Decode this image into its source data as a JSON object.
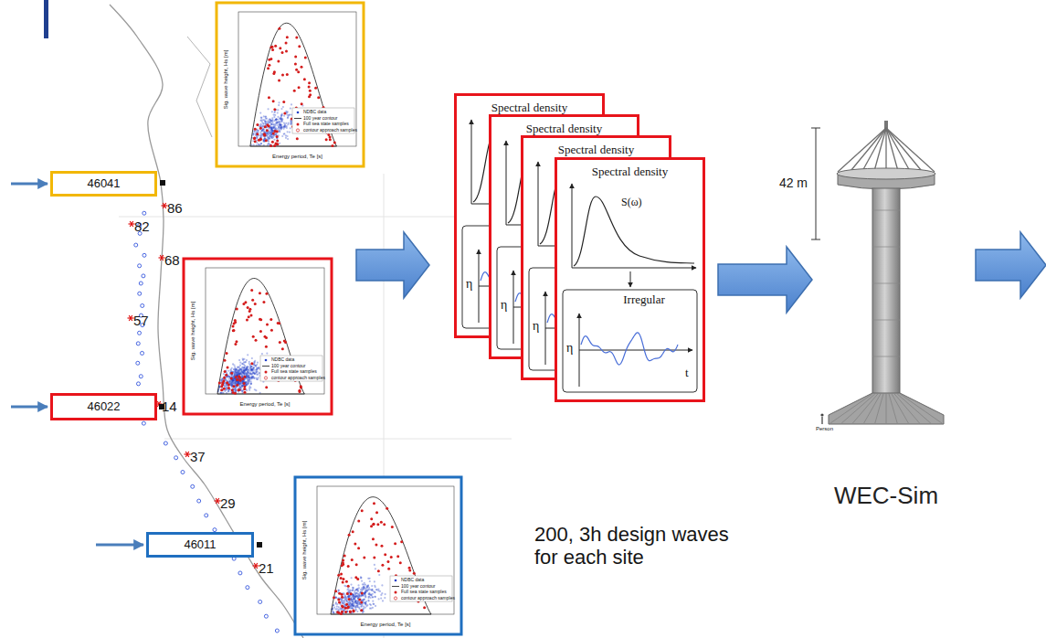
{
  "diagram": {
    "nodes": [
      {
        "text": [
          "46041"
        ]
      },
      {
        "text": [
          "46022"
        ]
      },
      {
        "text": [
          "46011"
        ]
      },
      {
        "text": [
          "Spectral density",
          "S(ω)",
          "Irregular",
          "η",
          "t"
        ]
      },
      {
        "text": [
          "WEC-Sim"
        ]
      }
    ],
    "edges": [
      {
        "from": 3,
        "to": 4,
        "arrow": "to"
      }
    ],
    "labels": [
      "86",
      "82",
      "68",
      "57",
      "14",
      "37",
      "29",
      "21",
      "Sig. wave height, Hs [m]",
      "Energy period, Te [s]",
      "NDBC data",
      "100 year contour",
      "Full sea state samples",
      "contour approach samples",
      "Sig. wave height, Hs [m]",
      "Energy period, Te [s]",
      "NDBC data",
      "100 year contour",
      "Full sea state samples",
      "contour approach samples",
      "Sig. wave height, Hs [m]",
      "Energy period, Te [s]",
      "NDBC data",
      "100 year contour",
      "Full sea state samples",
      "contour approach samples",
      "Spectral density",
      "η",
      "Spectral density",
      "η",
      "Spectral density",
      "η",
      "42 m",
      "Person",
      "200, 3h design waves for each site"
    ]
  }
}
